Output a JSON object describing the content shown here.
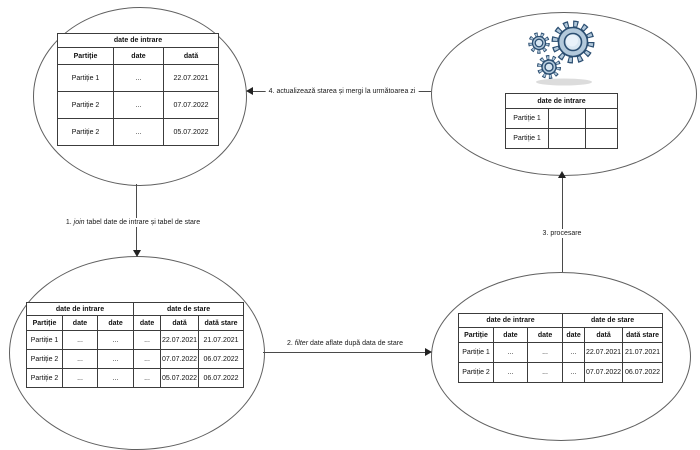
{
  "nodes": {
    "top_left": {
      "table": {
        "title": "date de intrare",
        "headers": [
          "Partiție",
          "date",
          "dată"
        ],
        "rows": [
          [
            "Partiție 1",
            "...",
            "22.07.2021"
          ],
          [
            "Partiție 2",
            "...",
            "07.07.2022"
          ],
          [
            "Partiție 2",
            "...",
            "05.07.2022"
          ]
        ]
      }
    },
    "top_right": {
      "icon": "gears-icon",
      "table": {
        "title": "date de intrare",
        "rows": [
          [
            "Partiție 1",
            "",
            ""
          ],
          [
            "Partiție 1",
            "",
            ""
          ]
        ]
      }
    },
    "bottom_left": {
      "table": {
        "group_headers": [
          {
            "label": "date de intrare",
            "span": 3
          },
          {
            "label": "date de stare",
            "span": 3
          }
        ],
        "headers": [
          "Partiție",
          "date",
          "date",
          "date",
          "dată",
          "dată stare"
        ],
        "rows": [
          [
            "Partiție 1",
            "...",
            "...",
            "...",
            "22.07.2021",
            "21.07.2021"
          ],
          [
            "Partiție 2",
            "...",
            "...",
            "...",
            "07.07.2022",
            "06.07.2022"
          ],
          [
            "Partiție 2",
            "...",
            "...",
            "...",
            "05.07.2022",
            "06.07.2022"
          ]
        ]
      }
    },
    "bottom_right": {
      "table": {
        "group_headers": [
          {
            "label": "date de intrare",
            "span": 3
          },
          {
            "label": "date de stare",
            "span": 3
          }
        ],
        "headers": [
          "Partiție",
          "date",
          "date",
          "date",
          "dată",
          "dată stare"
        ],
        "rows": [
          [
            "Partiție 1",
            "...",
            "...",
            "...",
            "22.07.2021",
            "21.07.2021"
          ],
          [
            "Partiție 2",
            "...",
            "...",
            "...",
            "07.07.2022",
            "06.07.2022"
          ]
        ]
      }
    }
  },
  "edges": {
    "e1": {
      "pre": "1. ",
      "em": "join",
      "post": " tabel date de intrare și tabel de stare"
    },
    "e2": {
      "pre": "2. ",
      "em": "filter",
      "post": " date aflate după data de stare"
    },
    "e3": {
      "pre": "3. procesare",
      "em": "",
      "post": ""
    },
    "e4": {
      "pre": "4. actualizează starea și mergi la următoarea zi",
      "em": "",
      "post": ""
    }
  },
  "colors": {
    "line": "#4a4a4a",
    "table_border": "#3c3c3c",
    "gear_outline": "#2b4e71",
    "gear_body": "#b3c9db",
    "gear_inner": "#d9e7f2",
    "gear_highlight": "#e9f2fa",
    "shadow": "#c0c0c0"
  }
}
